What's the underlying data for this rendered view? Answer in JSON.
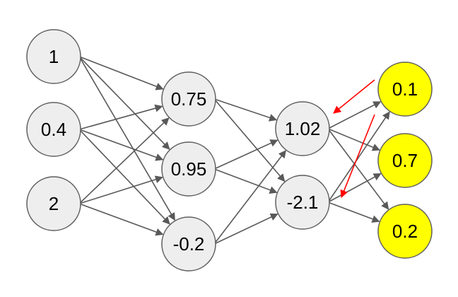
{
  "colors": {
    "node_fill": "#eeeeee",
    "output_fill": "#ffff00",
    "node_stroke": "#5f5f5f",
    "edge": "#595959",
    "gradient_arrow": "#ff0000"
  },
  "layers": [
    {
      "name": "input",
      "nodes": [
        "1",
        "0.4",
        "2"
      ]
    },
    {
      "name": "hidden-1",
      "nodes": [
        "0.75",
        "0.95",
        "-0.2"
      ]
    },
    {
      "name": "hidden-2",
      "nodes": [
        "1.02",
        "-2.1"
      ]
    },
    {
      "name": "output",
      "nodes": [
        "0.1",
        "0.7",
        "0.2"
      ]
    }
  ],
  "connections": "fully-connected",
  "highlighted_backprop_edges": [
    {
      "from": "output.0",
      "to": "hidden-2.0"
    },
    {
      "from": "output.0",
      "to": "hidden-2.1"
    }
  ]
}
